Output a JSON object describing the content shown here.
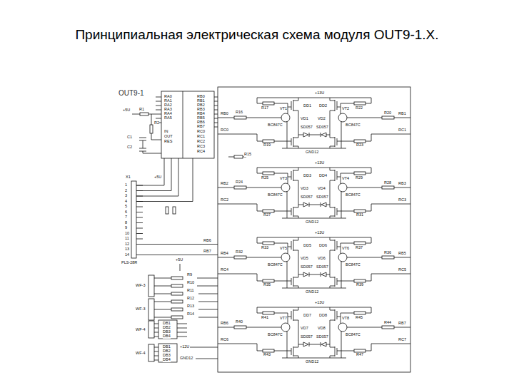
{
  "diagram": {
    "title": "Принципиальная электрическая схема модуля OUT9-1.X.",
    "labels": [
      "OUT9-1",
      "+5U",
      "R1",
      "R2",
      "C1",
      "C2",
      "RA0",
      "RA1",
      "RA2",
      "RA3",
      "RA4",
      "RA5",
      "RB0",
      "RB1",
      "RB2",
      "RB3",
      "RB4",
      "RB5",
      "RB6",
      "RB7",
      "IN",
      "OUT",
      "RES",
      "RC0",
      "RC1",
      "RC2",
      "RC3",
      "RC4",
      "X1",
      "+5U",
      "1",
      "2",
      "3",
      "4",
      "5",
      "6",
      "7",
      "8",
      "9",
      "10",
      "11",
      "12",
      "13",
      "14",
      "PLS-28R",
      "+5U",
      "R9",
      "R10",
      "R11",
      "R12",
      "R13",
      "R14",
      "RB6",
      "RB7",
      "WF-3",
      "WF-3",
      "DB1",
      "DB2",
      "DB3",
      "DB4",
      "WF-4",
      "+12U",
      "GND12",
      "DB1",
      "DB2",
      "DB3",
      "DB4",
      "WF-4",
      "R15",
      "R16",
      "R17",
      "VT1",
      "BC847C",
      "R19",
      "DD1",
      "DD2",
      "VD1",
      "VD2",
      "SD057",
      "SD057",
      "+13U",
      "GND12",
      "R22",
      "VT2",
      "BC847C",
      "R20",
      "R23",
      "RB0",
      "RC0",
      "RB1",
      "RC1",
      "R24",
      "R25",
      "VT3",
      "BC847C",
      "R27",
      "DD3",
      "DD4",
      "VD3",
      "VD4",
      "SD057",
      "SD057",
      "+13U",
      "GND12",
      "R29",
      "VT4",
      "BC847C",
      "R28",
      "R31",
      "RB2",
      "RC2",
      "RB3",
      "RC3",
      "R32",
      "R33",
      "VT5",
      "BC847C",
      "R35",
      "DD5",
      "DD6",
      "VD5",
      "VD6",
      "SD057",
      "SD057",
      "+13U",
      "GND12",
      "R37",
      "VT6",
      "BC847C",
      "R36",
      "R39",
      "RB4",
      "RC4",
      "RB5",
      "RC5",
      "R40",
      "R41",
      "VT7",
      "BC847C",
      "R43",
      "DD7",
      "DD8",
      "VD7",
      "VD8",
      "SD057",
      "SD057",
      "+13U",
      "GND12",
      "R45",
      "VT8",
      "BC847C",
      "R44",
      "R47",
      "RB6",
      "RC6",
      "RB7",
      "RC7"
    ]
  }
}
